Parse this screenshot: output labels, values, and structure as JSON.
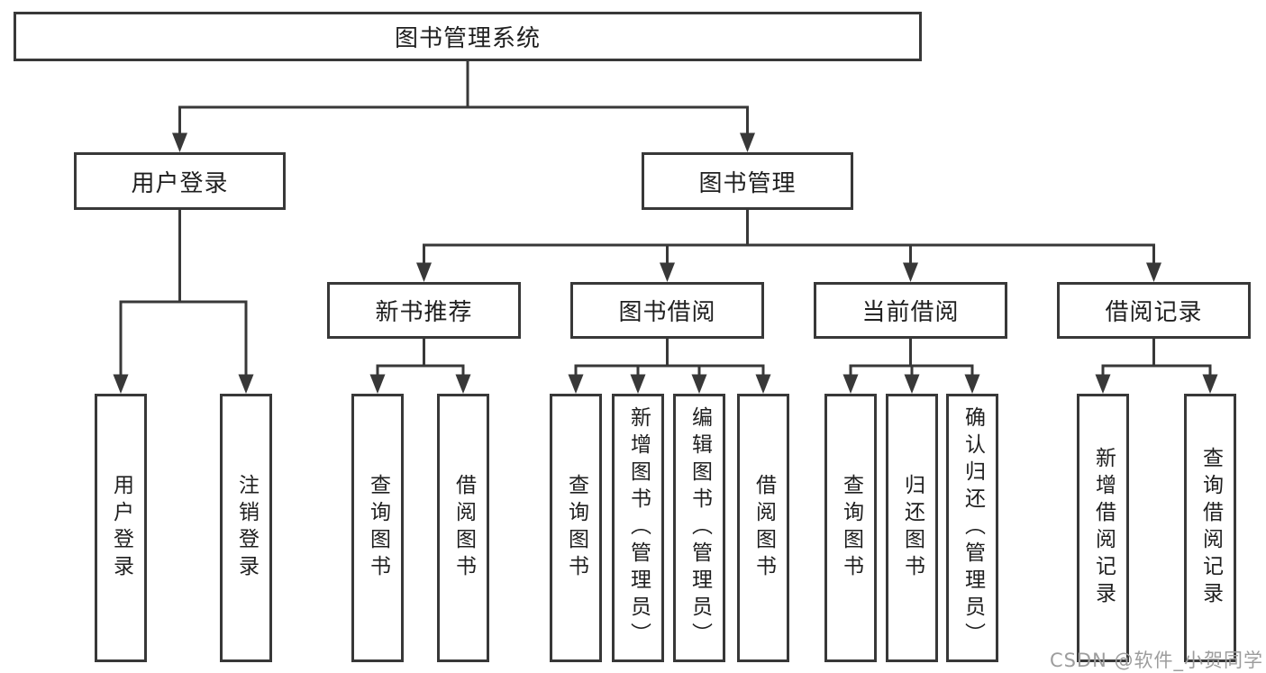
{
  "diagram": {
    "root": {
      "label": "图书管理系统"
    },
    "level2": [
      {
        "label": "用户登录"
      },
      {
        "label": "图书管理"
      }
    ],
    "level3": [
      {
        "label": "新书推荐"
      },
      {
        "label": "图书借阅"
      },
      {
        "label": "当前借阅"
      },
      {
        "label": "借阅记录"
      }
    ],
    "leaves": {
      "user_login": [
        {
          "label": "用户登录"
        },
        {
          "label": "注销登录"
        }
      ],
      "new_book": [
        {
          "label": "查询图书"
        },
        {
          "label": "借阅图书"
        }
      ],
      "book_borrow": [
        {
          "label": "查询图书"
        },
        {
          "label": "新增图书（管理员）"
        },
        {
          "label": "编辑图书（管理员）"
        },
        {
          "label": "借阅图书"
        }
      ],
      "current_borrow": [
        {
          "label": "查询图书"
        },
        {
          "label": "归还图书"
        },
        {
          "label": "确认归还（管理员）"
        }
      ],
      "borrow_records": [
        {
          "label": "新增借阅记录"
        },
        {
          "label": "查询借阅记录"
        }
      ]
    },
    "watermark": "CSDN @软件_小贺同学",
    "colors": {
      "line": "#383838",
      "text": "#1f1f1f",
      "watermark": "#9d9d9d",
      "background": "#ffffff"
    }
  }
}
